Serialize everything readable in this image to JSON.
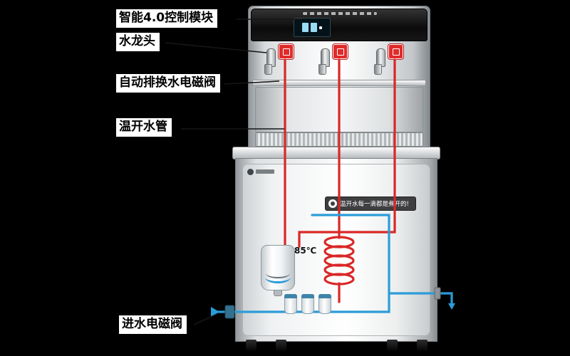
{
  "page": {
    "background": "#000000"
  },
  "callouts": {
    "control_module": "智能4.0控制模块",
    "faucet": "水龙头",
    "auto_drain_valve": "自动排换水电磁阀",
    "warm_water_pipe": "温开水管",
    "inlet_valve": "进水电磁阀"
  },
  "machine": {
    "slogan_badge": "温开水每一滴都是煮开的!",
    "tank_temperature": "85℃",
    "colors": {
      "hot_pipe": "#da2727",
      "cold_pipe": "#2b9cd8",
      "faucet_tag": "#e02b2b",
      "badge_background": "#3f3f41",
      "label_background": "#ffffff",
      "label_text": "#000000"
    }
  }
}
